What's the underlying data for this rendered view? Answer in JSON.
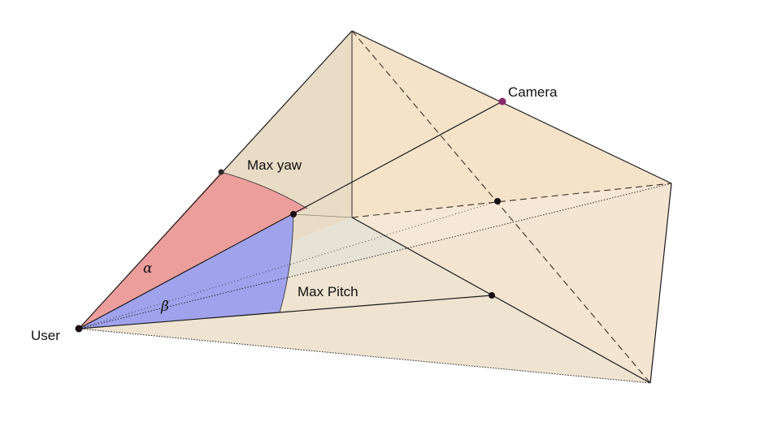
{
  "labels": {
    "camera": "Camera",
    "max_yaw": "Max yaw",
    "max_pitch": "Max Pitch",
    "user": "User",
    "alpha": "α",
    "beta": "β"
  },
  "colors": {
    "background": "#ffffff",
    "frustum_face_light": "#f3e6d3",
    "frustum_face_mid": "#ecdcc4",
    "frustum_face_bottom": "#e7e3d6",
    "frustum_face_front": "#f7e9d5",
    "yaw_sector": "#ec9e9c",
    "pitch_sector": "#a0a2ec",
    "camera_point": "#8b2a6b",
    "point": "#1a1016",
    "edge": "#1a1a1a"
  }
}
